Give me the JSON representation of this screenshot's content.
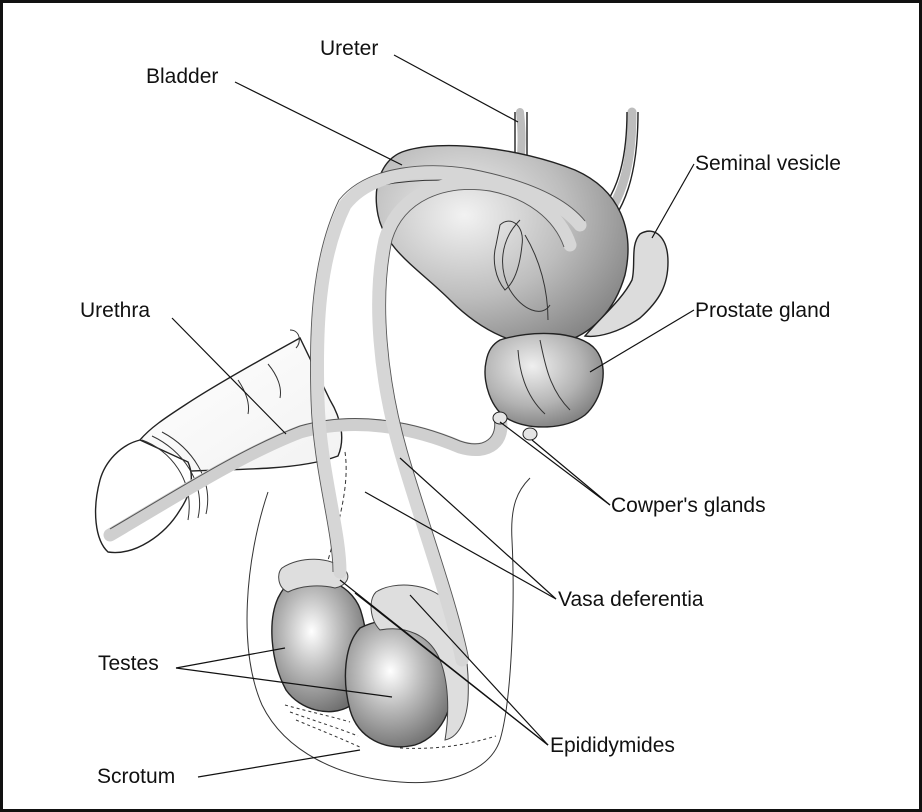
{
  "labels": {
    "ureter": "Ureter",
    "bladder": "Bladder",
    "seminal_vesicle": "Seminal vesicle",
    "urethra": "Urethra",
    "prostate_gland": "Prostate gland",
    "cowpers_glands": "Cowper's glands",
    "vasa_deferentia": "Vasa deferentia",
    "testes": "Testes",
    "epididymides": "Epididymides",
    "scrotum": "Scrotum"
  },
  "colors": {
    "frame": "#111111",
    "organ_dark": "#8f8f8f",
    "organ_light": "#e8e8e8",
    "duct": "#d9d9d9",
    "line": "#111111"
  }
}
